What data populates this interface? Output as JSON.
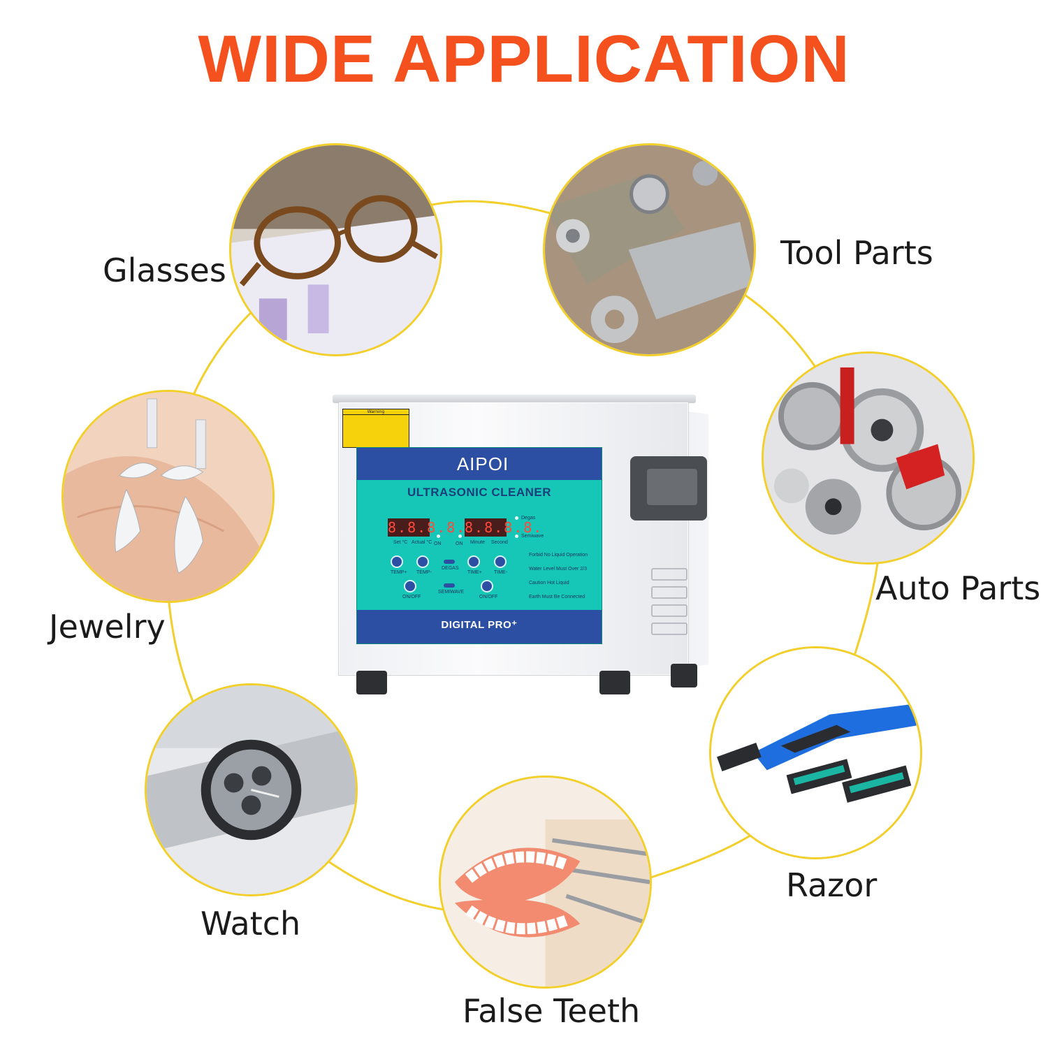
{
  "headline": "WIDE APPLICATION",
  "colors": {
    "headline": "#f4511e",
    "connector": "#f2cf2b",
    "label_text": "#1b1b1b",
    "panel_blue": "#2c4fa3",
    "panel_teal": "#16c6b6"
  },
  "applications": [
    {
      "id": "glasses",
      "label": "Glasses",
      "icon": "glasses-photo"
    },
    {
      "id": "tool-parts",
      "label": "Tool Parts",
      "icon": "wrench-photo"
    },
    {
      "id": "auto-parts",
      "label": "Auto Parts",
      "icon": "auto-parts-photo"
    },
    {
      "id": "jewelry",
      "label": "Jewelry",
      "icon": "jewelry-photo"
    },
    {
      "id": "razor",
      "label": "Razor",
      "icon": "razor-photo"
    },
    {
      "id": "watch",
      "label": "Watch",
      "icon": "watch-photo"
    },
    {
      "id": "false-teeth",
      "label": "False Teeth",
      "icon": "false-teeth-photo"
    }
  ],
  "product": {
    "brand": "AIPOI",
    "name": "ULTRASONIC CLEANER",
    "series": "DIGITAL PRO⁺",
    "warning_title": "Warning",
    "displays": [
      "8.8.8.8.",
      "8.8.8.8."
    ],
    "labels": {
      "set_c": "Set °C",
      "actual_c": "Actual °C",
      "on_1": "ON",
      "on_2": "ON",
      "minute": "Minute",
      "second": "Second",
      "degas": "Degas",
      "semiwave": "Semiwave",
      "temp_plus": "TEMP+",
      "temp_minus": "TEMP-",
      "degas_btn": "DEGAS",
      "time_plus": "TIME+",
      "time_minus": "TIME-",
      "onoff_1": "ON/OFF",
      "semiwave_btn": "SEMIWAVE",
      "onoff_2": "ON/OFF"
    },
    "notices": [
      "Forbid No Liquid Operation",
      "Water Level Must Over 2/3",
      "Caution Hot Liquid",
      "Earth Must Be Connected"
    ]
  }
}
